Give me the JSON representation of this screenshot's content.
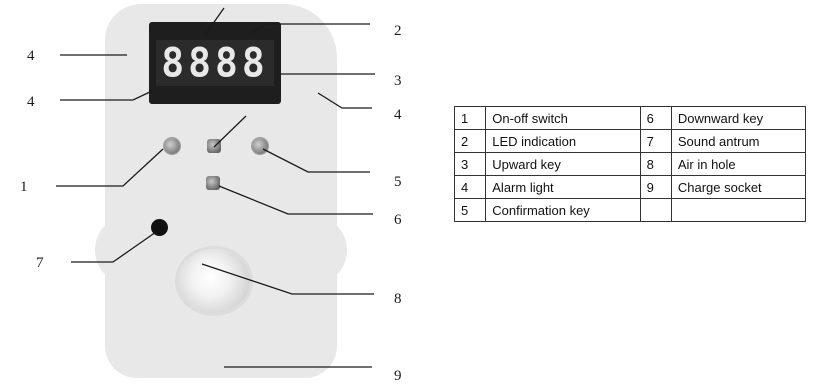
{
  "device": {
    "display_digits": "8888"
  },
  "callouts": {
    "left": [
      "4",
      "4",
      "1",
      "7"
    ],
    "right": [
      "2",
      "3",
      "4",
      "5",
      "6",
      "8",
      "9"
    ]
  },
  "legend": {
    "rows": [
      {
        "n1": "1",
        "label1": "On-off switch",
        "n2": "6",
        "label2": "Downward key"
      },
      {
        "n1": "2",
        "label1": "LED indication",
        "n2": "7",
        "label2": "Sound antrum"
      },
      {
        "n1": "3",
        "label1": "Upward key",
        "n2": "8",
        "label2": "Air in hole"
      },
      {
        "n1": "4",
        "label1": "Alarm light",
        "n2": "9",
        "label2": "Charge socket"
      },
      {
        "n1": "5",
        "label1": "Confirmation key",
        "n2": "",
        "label2": ""
      }
    ]
  },
  "colors": {
    "device_body": "#e8e8e8",
    "display_bezel": "#1e1e1e",
    "leader_line": "#1a1a1a"
  }
}
